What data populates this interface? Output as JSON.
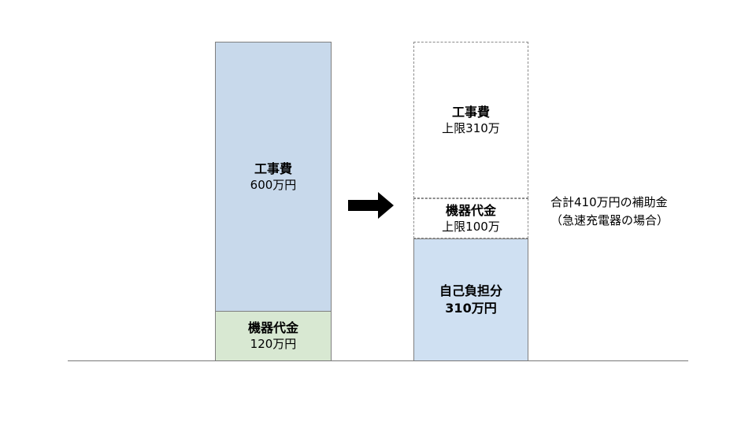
{
  "before": {
    "construction": {
      "title": "工事費",
      "value": "600万円"
    },
    "equipment": {
      "title": "機器代金",
      "value": "120万円"
    }
  },
  "after": {
    "construction": {
      "title": "工事費",
      "value": "上限310万"
    },
    "equipment": {
      "title": "機器代金",
      "value": "上限100万"
    },
    "self_pay": {
      "title": "自己負担分",
      "value": "310万円"
    }
  },
  "note": {
    "line1": "合計410万円の補助金",
    "line2": "（急速充電器の場合）"
  },
  "icons": {
    "transition": "right-arrow-icon"
  },
  "colors": {
    "construction_fill": "#c8d9eb",
    "equipment_fill": "#d8e8d2",
    "self_pay_fill": "#cfe0f2",
    "arrow": "#000000"
  }
}
